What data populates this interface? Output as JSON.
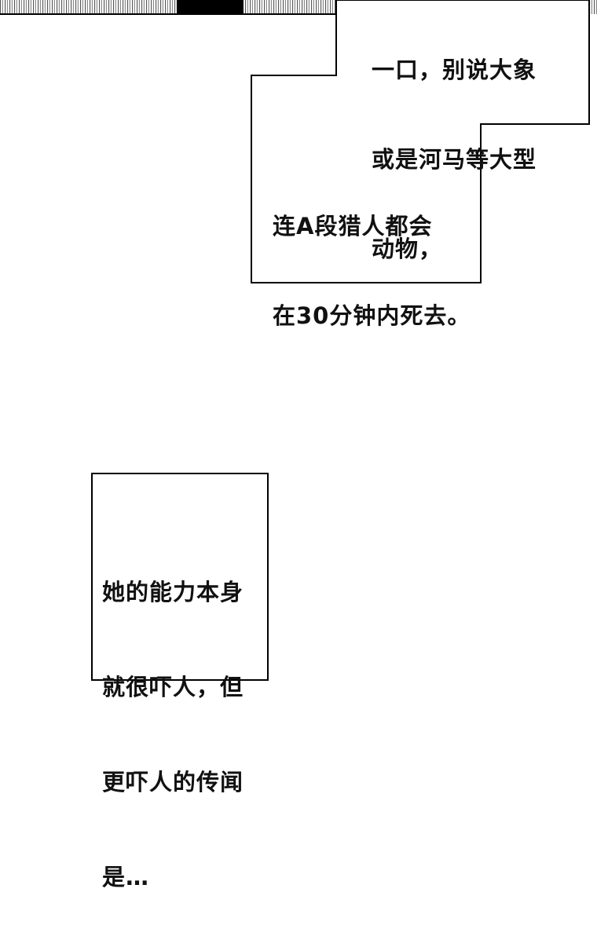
{
  "caption_1": {
    "lines": [
      "一口，别说大象",
      "或是河马等大型",
      "动物，"
    ]
  },
  "caption_2": {
    "lines": [
      "连A段猎人都会",
      "在30分钟内死去。"
    ]
  },
  "caption_3": {
    "lines": [
      "她的能力本身",
      "就很吓人，但",
      "更吓人的传闻",
      "是…"
    ]
  }
}
